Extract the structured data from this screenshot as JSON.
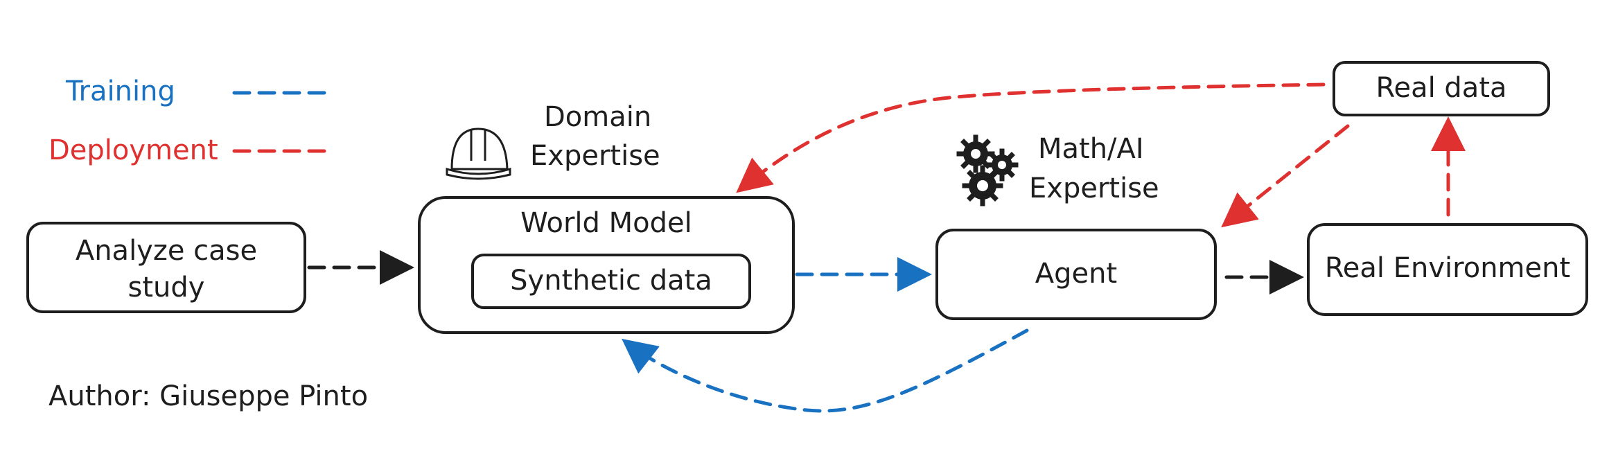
{
  "colors": {
    "training": "#1971c2",
    "deployment": "#e03131",
    "neutral": "#1e1e1e"
  },
  "legend": {
    "training_label": "Training",
    "deployment_label": "Deployment"
  },
  "domain_expertise": {
    "icon": "hard-hat-icon",
    "line1": "Domain",
    "line2": "Expertise"
  },
  "math_ai_expertise": {
    "icon": "gears-icon",
    "line1": "Math/AI",
    "line2": "Expertise"
  },
  "nodes": {
    "analyze_line1": "Analyze case",
    "analyze_line2": "study",
    "world_model": "World Model",
    "synthetic_data": "Synthetic data",
    "agent": "Agent",
    "real_environment": "Real Environment",
    "real_data": "Real data"
  },
  "author": "Author: Giuseppe Pinto"
}
